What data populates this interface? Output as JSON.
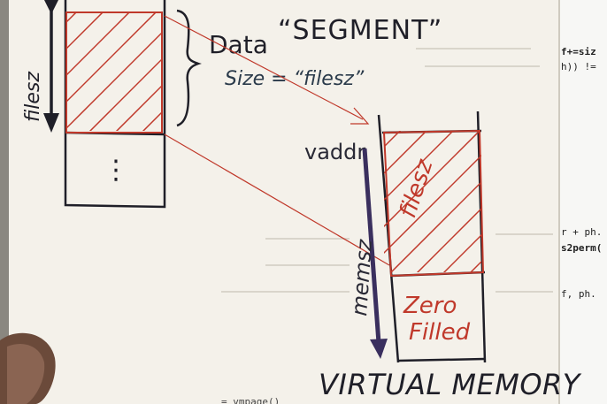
{
  "annotations": {
    "filesz_left": "filesz",
    "segment_title_prefix": "Data",
    "segment_title_quoted": "“SEGMENT”",
    "segment_size": "Size = “filesz”",
    "vaddr": "vaddr",
    "memsz": "memsz",
    "filesz_right": "filesz",
    "zero_line1": "Zero",
    "zero_line2": "Filled",
    "ellipsis": "⋮",
    "virtual_memory": "VIRTUAL MEMORY"
  },
  "code_fragments": {
    "line1": "f+=siz",
    "line2": "h)) !=",
    "line3": "r + ph.",
    "line4": "s2perm(",
    "line5": "f, ph.",
    "line6": "= vmpage()"
  },
  "colors": {
    "paper": "#f4f1ea",
    "ink": "#2a2a36",
    "red_ink": "#c0392b",
    "memsz_arrow": "#3a2f5e"
  }
}
